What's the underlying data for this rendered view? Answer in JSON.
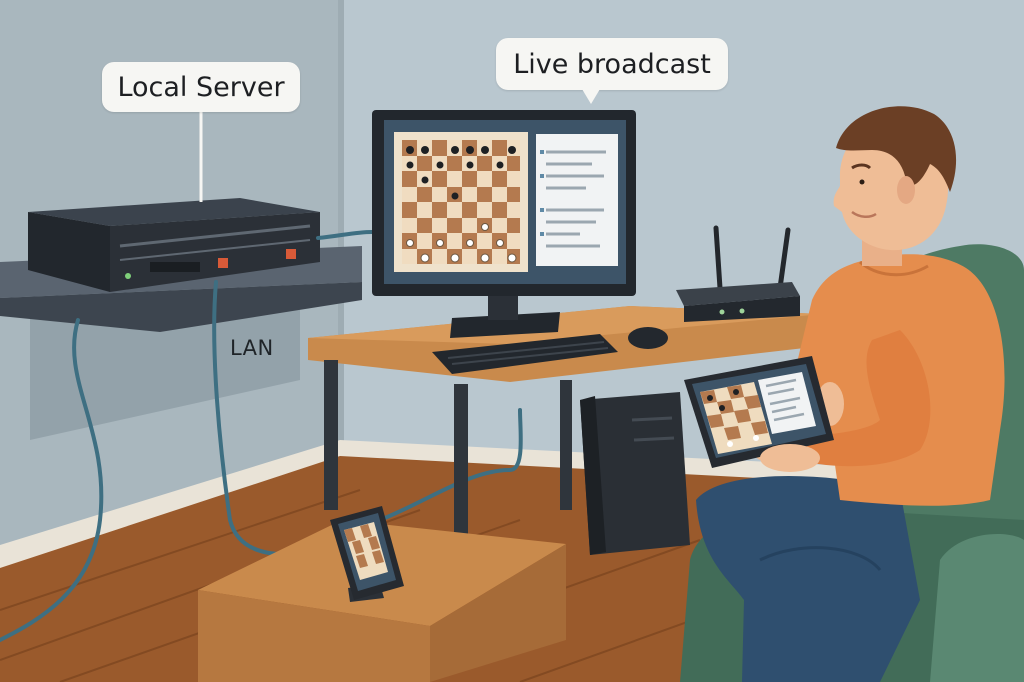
{
  "labels": {
    "local_server": "Local Server",
    "live_broadcast": "Live broadcast",
    "lan": "LAN"
  },
  "colors": {
    "wall": "#b9c7cf",
    "floor": "#9a5a2c",
    "desk": "#c98a4c",
    "sofa": "#4e7a64",
    "sweater": "#e58d4d",
    "jeans": "#2f4f6f",
    "cable": "#3e6f82",
    "device": "#2c3138",
    "accent_red": "#d85a38"
  },
  "icons": {
    "server": "server-icon",
    "router": "router-icon",
    "monitor": "monitor-icon",
    "tablet": "tablet-icon",
    "phone": "phone-icon",
    "chessboard": "chessboard-icon"
  }
}
